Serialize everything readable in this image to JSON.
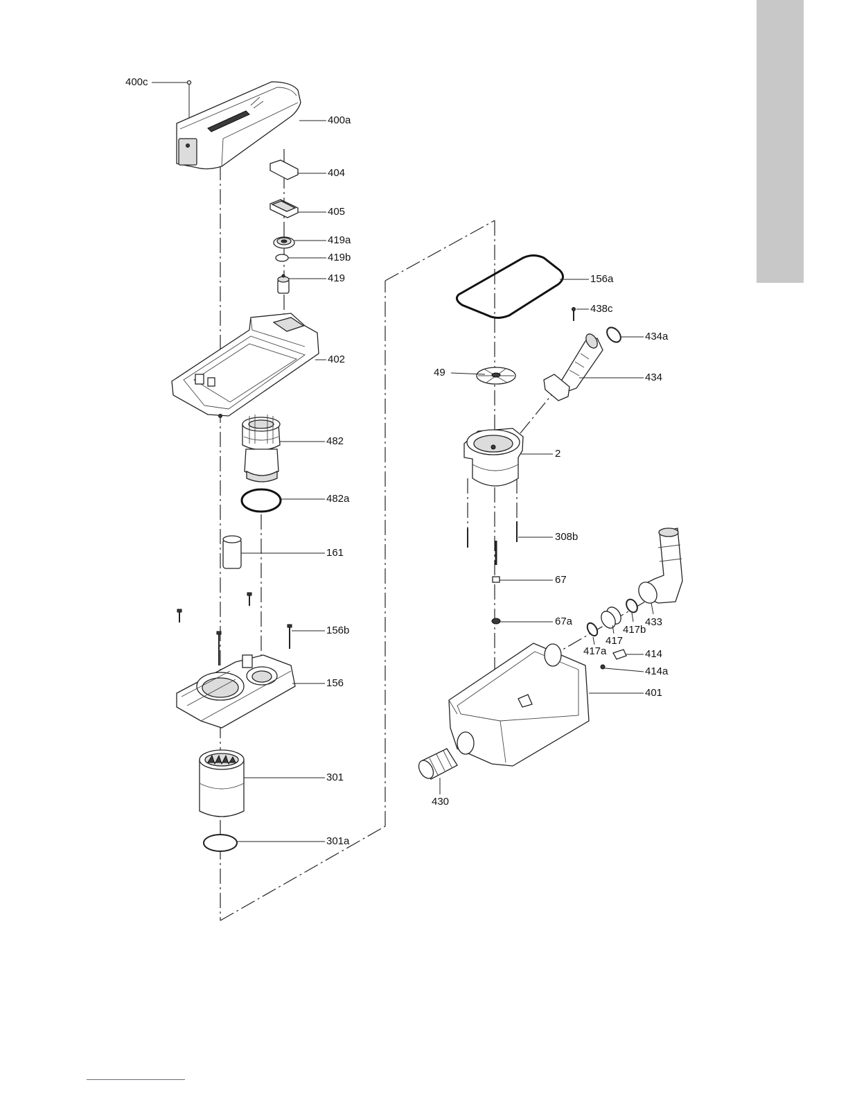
{
  "labels": {
    "l400c": "400c",
    "l400a": "400a",
    "l404": "404",
    "l405": "405",
    "l419a": "419a",
    "l419b": "419b",
    "l419": "419",
    "l402": "402",
    "l482": "482",
    "l482a": "482a",
    "l161": "161",
    "l156b": "156b",
    "l156": "156",
    "l301": "301",
    "l301a": "301a",
    "l156a": "156a",
    "l438c": "438c",
    "l434a": "434a",
    "l49": "49",
    "l434": "434",
    "l2": "2",
    "l308b": "308b",
    "l67": "67",
    "l67a": "67a",
    "l433": "433",
    "l417b": "417b",
    "l417": "417",
    "l417a": "417a",
    "l414": "414",
    "l414a": "414a",
    "l401": "401",
    "l430": "430"
  },
  "colors": {
    "sidebar_tab": "#c8c8c8",
    "footer_line": "#4a6cc8",
    "ink": "#222222"
  }
}
